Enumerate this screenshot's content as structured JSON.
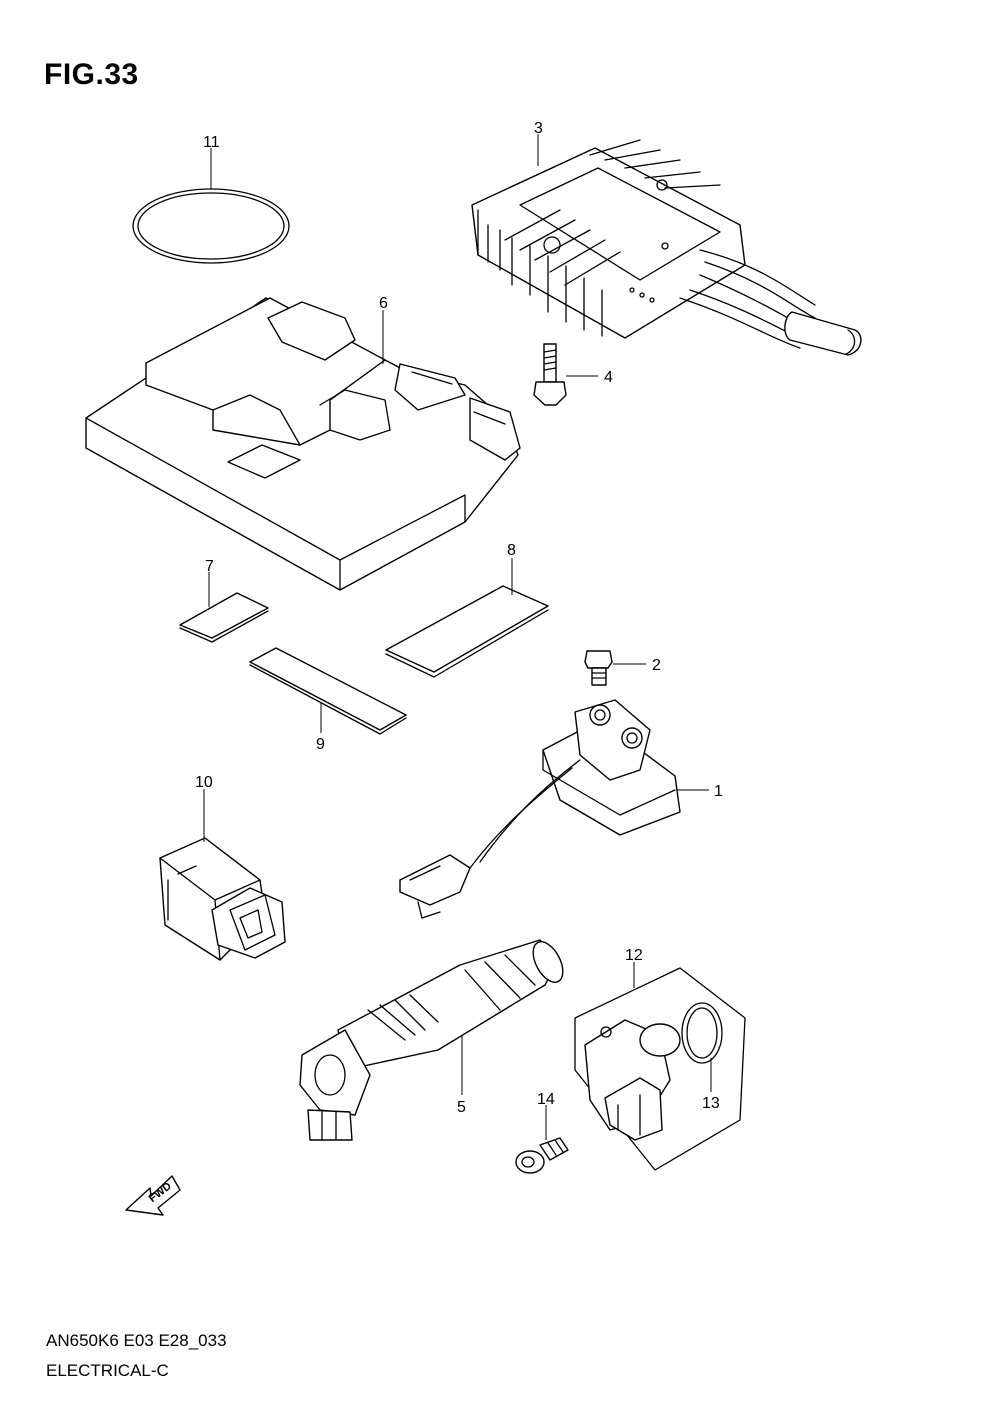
{
  "figure": {
    "title": "FIG.33",
    "model_code": "AN650K6 E03 E28_033",
    "group_name": "ELECTRICAL-C"
  },
  "direction_arrow": {
    "label": "FWD"
  },
  "callouts": [
    {
      "id": "1",
      "label": "1"
    },
    {
      "id": "2",
      "label": "2"
    },
    {
      "id": "3",
      "label": "3"
    },
    {
      "id": "4",
      "label": "4"
    },
    {
      "id": "5",
      "label": "5"
    },
    {
      "id": "6",
      "label": "6"
    },
    {
      "id": "7",
      "label": "7"
    },
    {
      "id": "8",
      "label": "8"
    },
    {
      "id": "9",
      "label": "9"
    },
    {
      "id": "10",
      "label": "10"
    },
    {
      "id": "11",
      "label": "11"
    },
    {
      "id": "12",
      "label": "12"
    },
    {
      "id": "13",
      "label": "13"
    },
    {
      "id": "14",
      "label": "14"
    }
  ]
}
